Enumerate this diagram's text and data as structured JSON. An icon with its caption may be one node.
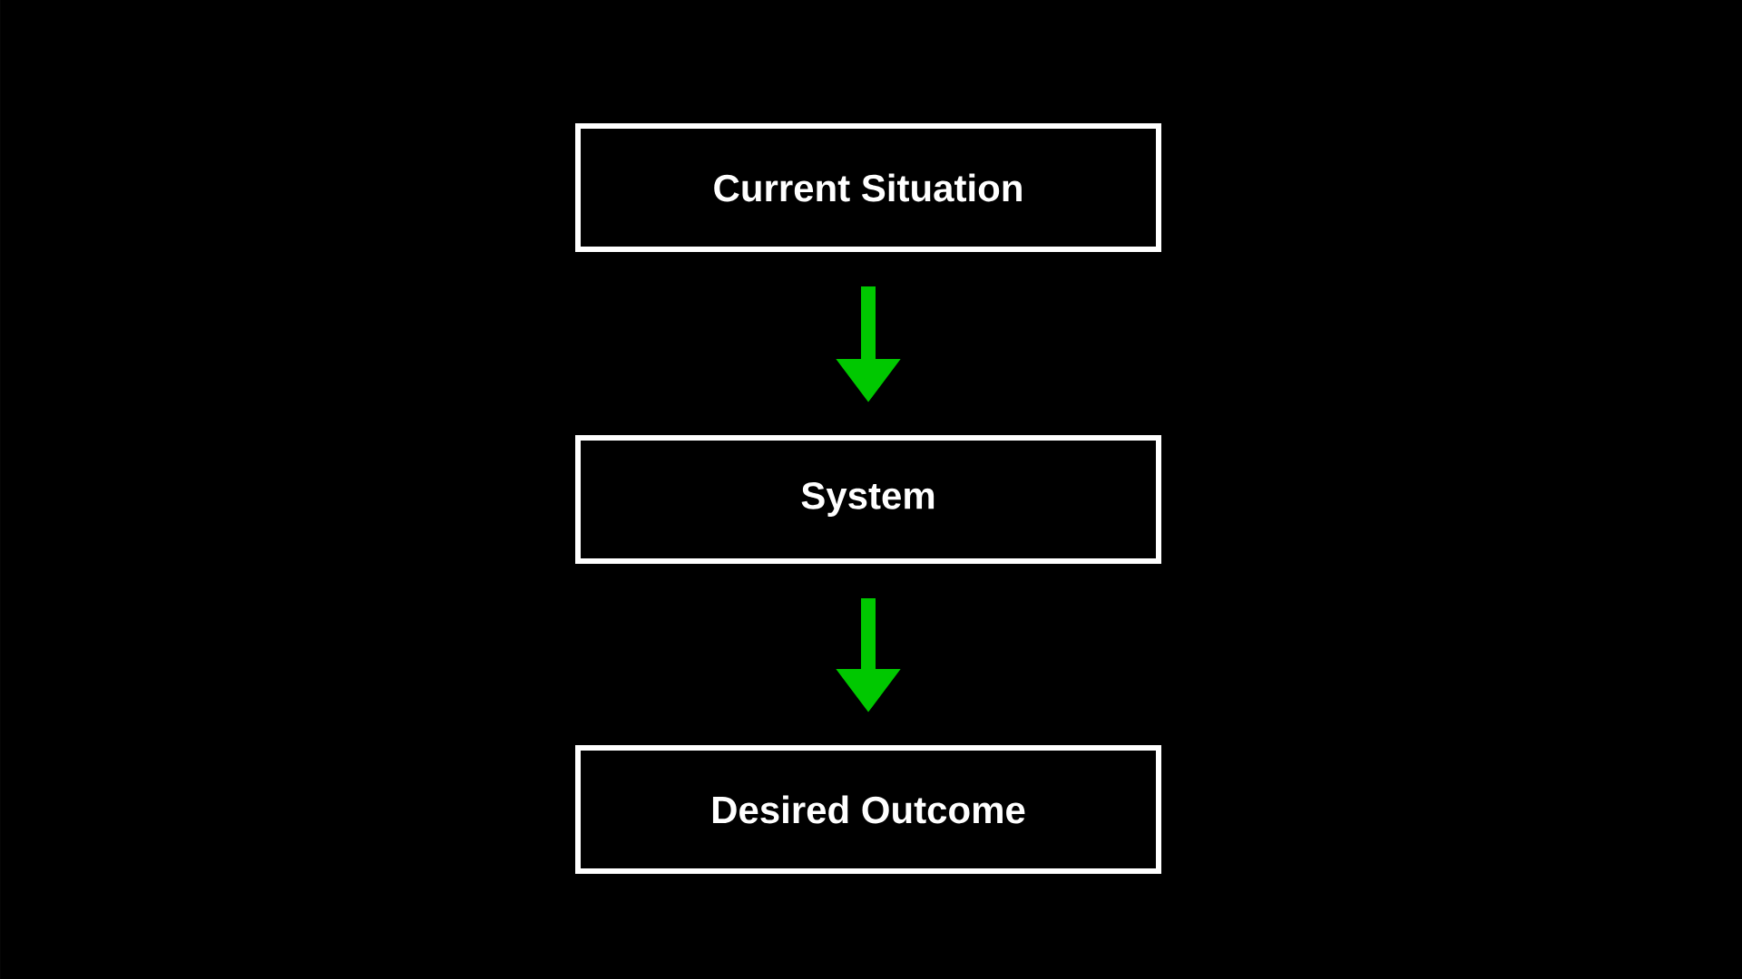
{
  "diagram": {
    "nodes": [
      {
        "text": [
          "Current Situation"
        ]
      },
      {
        "text": [
          "System"
        ]
      },
      {
        "text": [
          "Desired Outcome"
        ]
      }
    ],
    "edges": [
      {
        "from": 0,
        "to": 1,
        "arrow": "to"
      },
      {
        "from": 1,
        "to": 2,
        "arrow": "to"
      }
    ]
  }
}
